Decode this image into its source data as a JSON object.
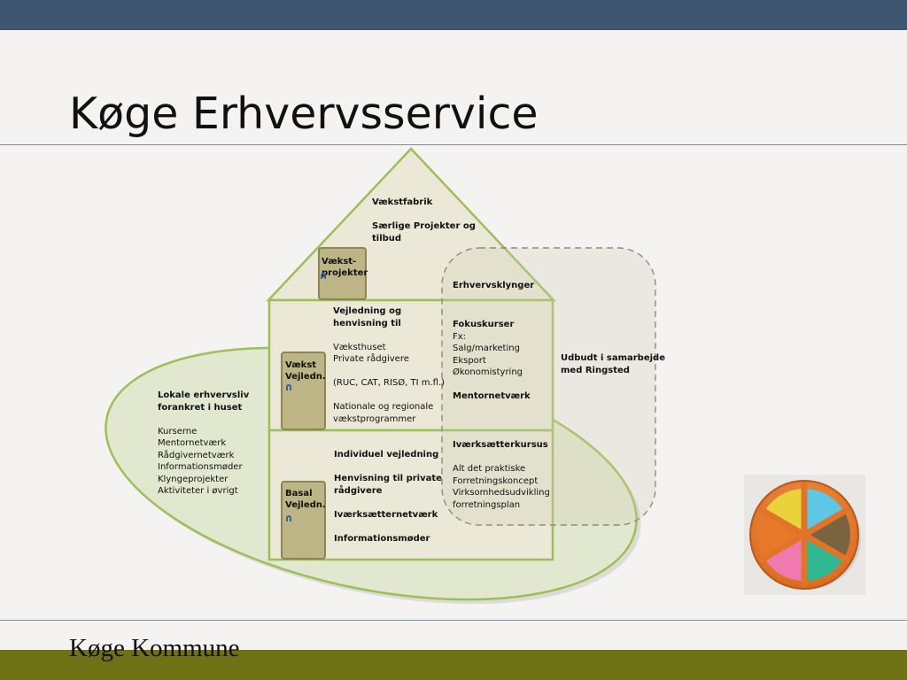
{
  "title": "Køge Erhvervsservice",
  "footer": "Køge Kommune",
  "colors": {
    "top_bar": "#3f5673",
    "bottom_bar": "#6e7114",
    "house_fill": "#ebe8d8",
    "house_stroke": "#9cbf58",
    "ellipse_fill": "#e2e7cf",
    "door_fill": "#bdb585",
    "door_stroke": "#8e8556"
  },
  "icons": [
    "door-knob-icon",
    "trivial-pursuit-wheel-icon"
  ],
  "roof": {
    "title": "Vækstfabrik",
    "line1": "Særlige Projekter og",
    "line2": "tilbud",
    "door_line1": "Vækst-",
    "door_line2": "projekter"
  },
  "middle": {
    "heading1": "Vejledning og",
    "heading2": "henvisning til",
    "items": [
      "Væksthuset",
      "Private rådgivere",
      "(RUC, CAT, RISØ, TI m.fl.)",
      "Nationale og regionale",
      "vækstprogrammer"
    ],
    "door_line1": "Vækst",
    "door_line2": "Vejledn."
  },
  "base": {
    "items": [
      "Individuel vejledning",
      "Henvisning til private",
      "rådgivere",
      "Iværksætternetværk",
      "Informationsmøder"
    ],
    "door_line1": "Basal",
    "door_line2": "Vejledn."
  },
  "cluster": {
    "heading": "Erhvervsklynger",
    "focus_title": "Fokuskurser",
    "focus_items": [
      "Fx:",
      "Salg/marketing",
      "Eksport",
      "Økonomistyring"
    ],
    "mentor": "Mentornetværk",
    "entrepreneur_title": "Iværksætterkursus",
    "entrepreneur_items": [
      "Alt det praktiske",
      "Forretningskoncept",
      "Virksomhedsudvikling",
      "forretningsplan"
    ]
  },
  "right_note": {
    "line1": "Udbudt i samarbejde",
    "line2": "med Ringsted"
  },
  "left_note": {
    "heading1": "Lokale erhvervsliv",
    "heading2": "forankret i huset",
    "items": [
      "Kurserne",
      "Mentornetværk",
      "Rådgivernetværk",
      "Informationsmøder",
      "Klyngeprojekter",
      "Aktiviteter i øvrigt"
    ]
  }
}
